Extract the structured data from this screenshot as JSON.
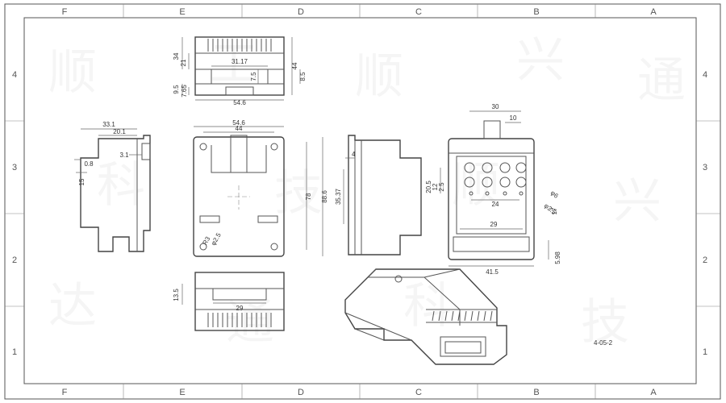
{
  "zones": {
    "columns": [
      "F",
      "E",
      "D",
      "C",
      "B",
      "A"
    ],
    "rows": [
      "4",
      "3",
      "2",
      "1"
    ]
  },
  "top_view": {
    "dims": [
      "34",
      "21",
      "31.17",
      "7.5",
      "44",
      "8.5",
      "9.5",
      "7.65",
      "54.6"
    ]
  },
  "side_view": {
    "dims": [
      "33.1",
      "20.1",
      "3.1",
      "0.8",
      "15"
    ]
  },
  "front_view": {
    "dims": [
      "54.6",
      "44",
      "78",
      "88.6",
      "R3",
      "φ2.5"
    ]
  },
  "rail_view": {
    "dims": [
      "4",
      "35.37"
    ]
  },
  "panel_view": {
    "dims": [
      "30",
      "10",
      "20.5",
      "12",
      "2.5",
      "φ6",
      "φ3.5",
      "24",
      "17",
      "29",
      "41.5",
      "5.98"
    ]
  },
  "bottom_view": {
    "dims": [
      "13.5",
      "29"
    ]
  },
  "drawing_number": "4-05-2"
}
